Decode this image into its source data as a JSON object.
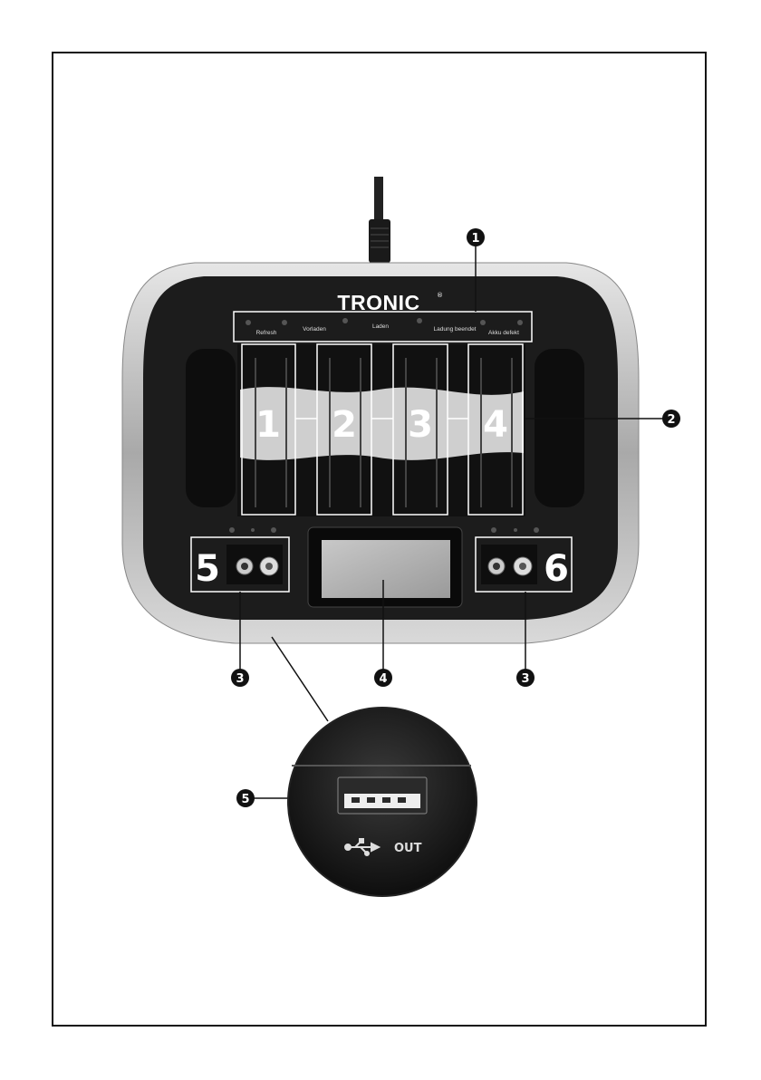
{
  "device": {
    "brand": "TRONIC",
    "brand_mark": "®",
    "led_labels": [
      "Refresh",
      "Vorladen",
      "Laden",
      "Ladung beendet",
      "Akku defekt"
    ]
  },
  "slots": {
    "numbers": [
      "1",
      "2",
      "3",
      "4"
    ],
    "nine_volt_left": "5",
    "nine_volt_right": "6"
  },
  "usb": {
    "label": "OUT",
    "icon": "usb-icon"
  },
  "callouts": {
    "c1": "1",
    "c2": "2",
    "c3_left": "3",
    "c4": "4",
    "c3_right": "3",
    "c5": "5"
  },
  "colors": {
    "body_dark": "#1c1c1c",
    "frame_silver": "#b8b8b8",
    "callout": "#111111"
  }
}
